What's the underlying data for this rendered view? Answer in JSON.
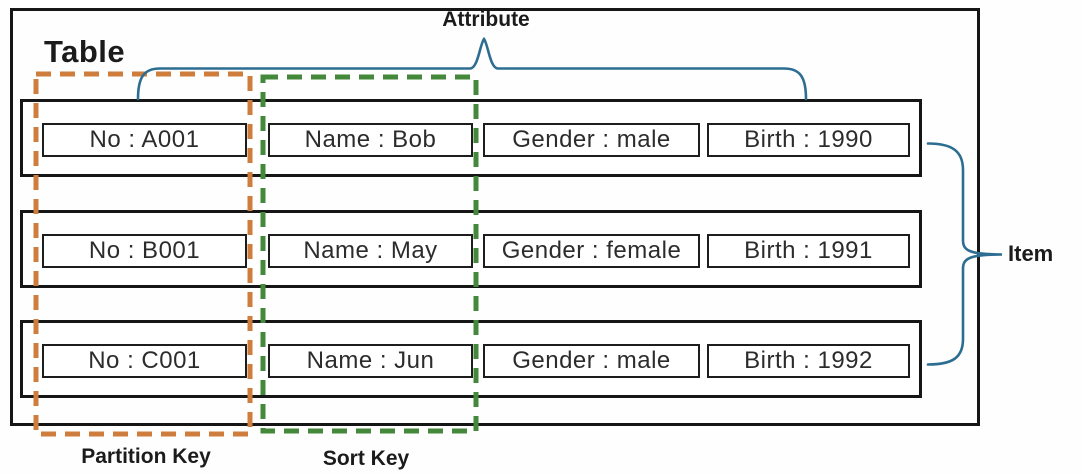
{
  "labels": {
    "table": "Table",
    "attribute": "Attribute",
    "item": "Item",
    "partition_key": "Partition Key",
    "sort_key": "Sort Key"
  },
  "table": {
    "rows": [
      {
        "cells": [
          "No : A001",
          "Name : Bob",
          "Gender : male",
          "Birth : 1990"
        ]
      },
      {
        "cells": [
          "No : B001",
          "Name : May",
          "Gender : female",
          "Birth : 1991"
        ]
      },
      {
        "cells": [
          "No : C001",
          "Name : Jun",
          "Gender : male",
          "Birth : 1992"
        ]
      }
    ]
  },
  "colors": {
    "border_black": "#161616",
    "partition_key_outline": "#cf7d3d",
    "sort_key_outline": "#44883b",
    "brace_blue": "#2d6d92"
  }
}
